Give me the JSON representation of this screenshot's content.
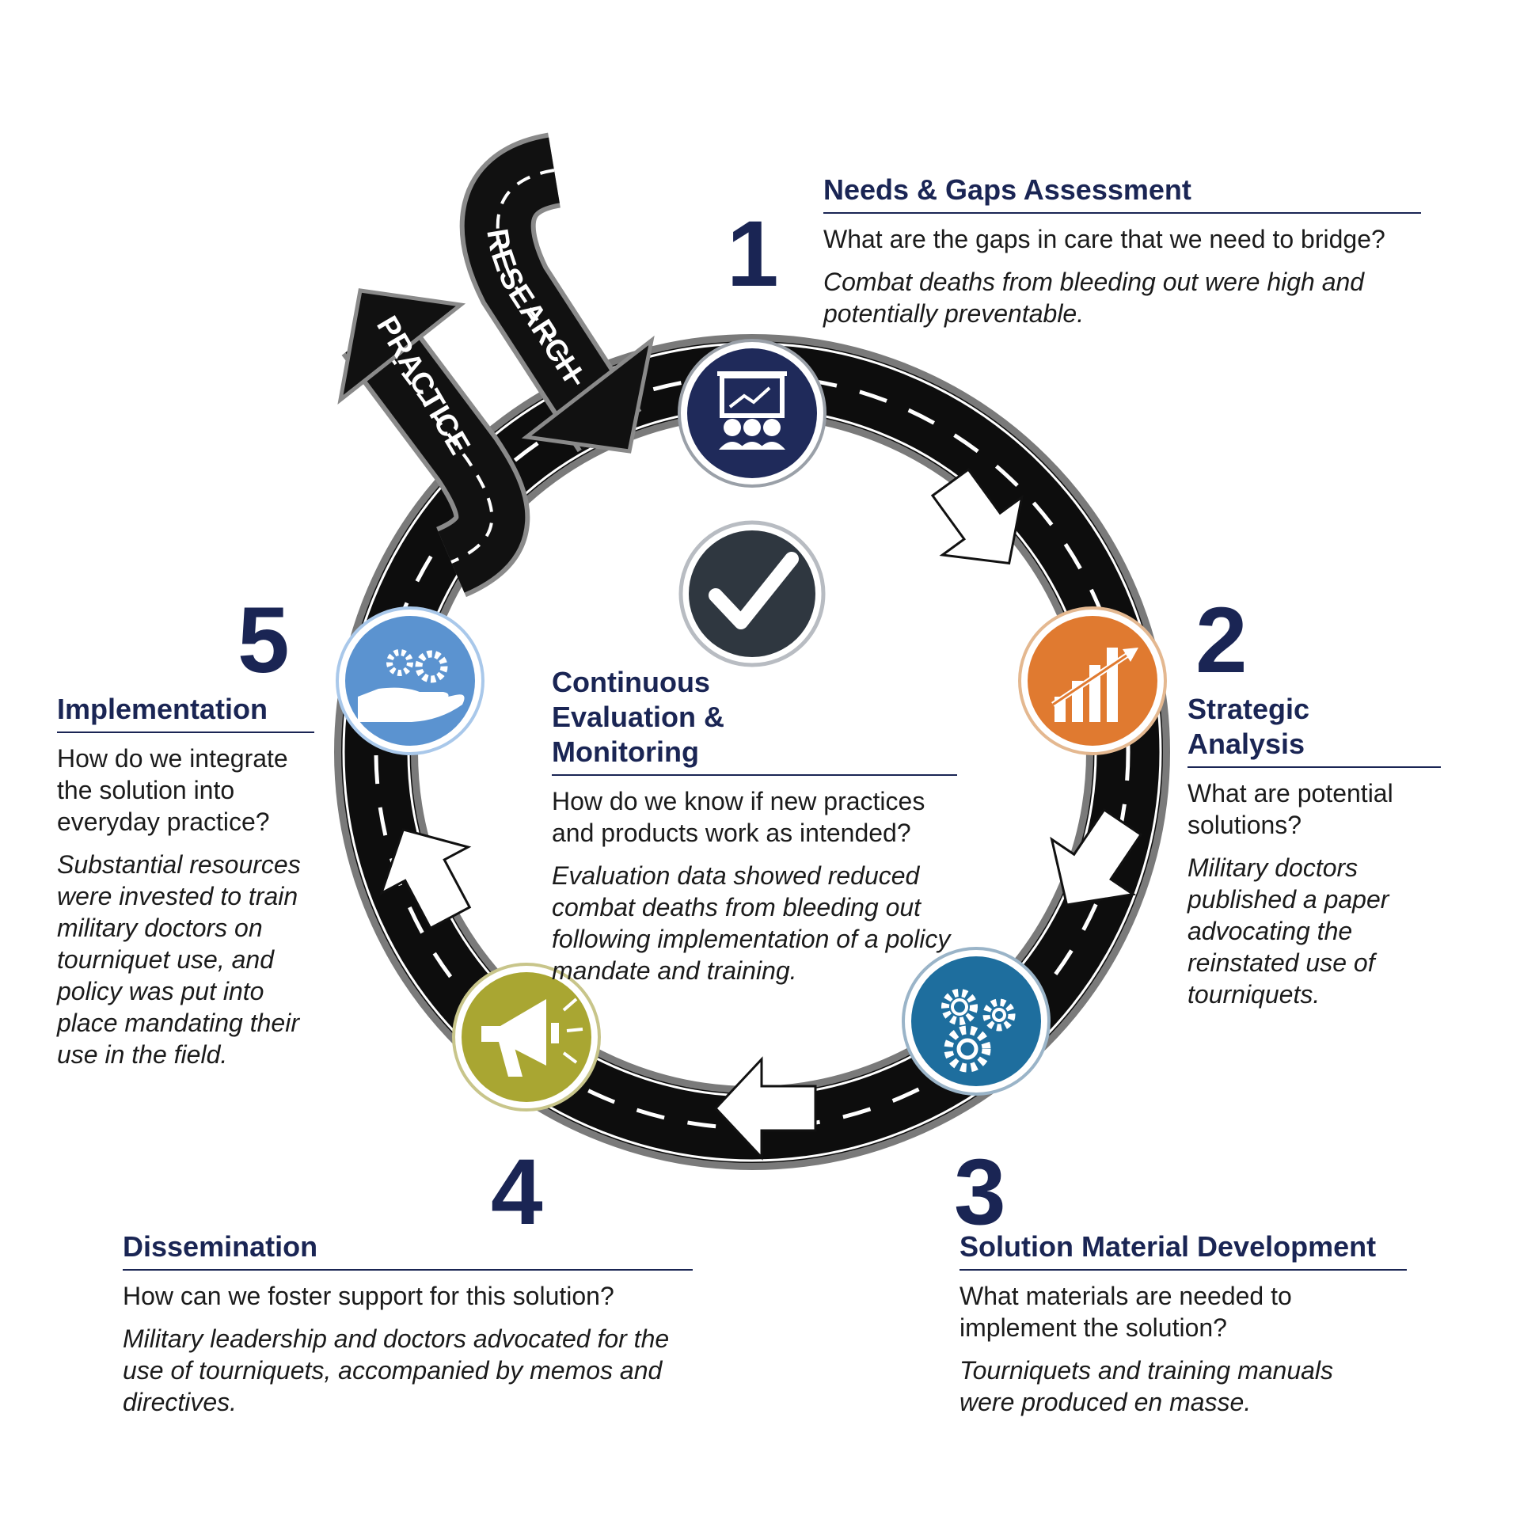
{
  "colors": {
    "navy": "#1a2554",
    "step1": "#1f2a5a",
    "step2": "#e07a30",
    "step3": "#1e6e9e",
    "step4": "#a9a632",
    "step5": "#5b93d0",
    "center": "#2f3740",
    "road": "#0d0d0d",
    "roadEdge": "#7a7a7a"
  },
  "arrows": {
    "research": "RESEARCH",
    "practice": "PRACTICE"
  },
  "icons": {
    "step1": "presentation-audience-icon",
    "step2": "bar-chart-growth-icon",
    "step3": "gears-icon",
    "step4": "megaphone-icon",
    "step5": "hand-gears-icon",
    "center": "checkmark-icon"
  },
  "steps": [
    {
      "number": "1",
      "title": "Needs & Gaps Assessment",
      "question": "What are the gaps in care that we need to bridge?",
      "example": "Combat deaths from bleeding out were high and potentially preventable."
    },
    {
      "number": "2",
      "title": "Strategic Analysis",
      "question": "What are potential solutions?",
      "example": "Military doctors published a paper advocating the reinstated use of tourniquets."
    },
    {
      "number": "3",
      "title": "Solution Material Development",
      "question": "What materials are needed to implement the solution?",
      "example": "Tourniquets and training manuals were produced en masse."
    },
    {
      "number": "4",
      "title": "Dissemination",
      "question": "How can we foster support for this solution?",
      "example": "Military leadership and doctors advocated for the use of tourniquets, accompanied by memos and directives."
    },
    {
      "number": "5",
      "title": "Implementation",
      "question": "How do we integrate the solution into everyday practice?",
      "example": "Substantial resources were invested to train military doctors on tourniquet use, and policy was put into place mandating their use in the field."
    }
  ],
  "center": {
    "title": "Continuous Evaluation & Monitoring",
    "question": "How do we know if new practices and products work as intended?",
    "example": "Evaluation data showed reduced combat deaths from bleeding out following implementation of a policy mandate and training."
  }
}
